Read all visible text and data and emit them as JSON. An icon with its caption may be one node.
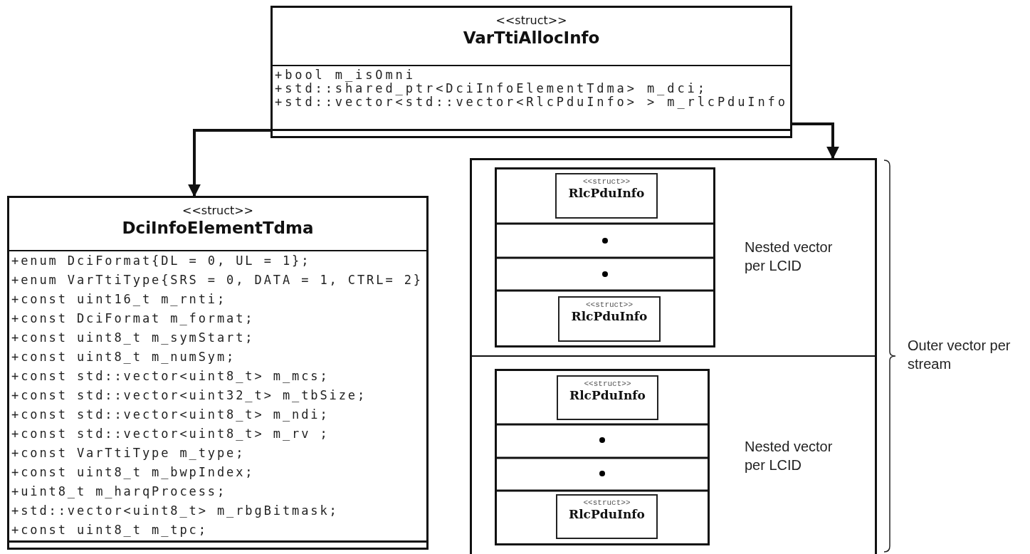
{
  "diagram": {
    "nodes": [
      {
        "text": [
          "<<struct>>",
          "VarTtiAllocInfo",
          "+bool m_isOmni",
          "+std::shared_ptr<DciInfoElementTdma> m_dci;",
          "+std::vector<std::vector<RlcPduInfo> > m_rlcPduInfo"
        ]
      },
      {
        "text": [
          "<<struct>>",
          "DciInfoElementTdma",
          "+enum DciFormat{DL = 0, UL = 1};",
          "+enum VarTtiType{SRS = 0, DATA = 1, CTRL= 2}",
          "+const uint16_t m_rnti;",
          "+const DciFormat m_format;",
          "+const uint8_t m_symStart;",
          "+const uint8_t m_numSym;",
          "+const std::vector<uint8_t> m_mcs;",
          "+const std::vector<uint32_t> m_tbSize;",
          "+const std::vector<uint8_t> m_ndi;",
          "+const std::vector<uint8_t> m_rv ;",
          "+const VarTtiType m_type;",
          "+const uint8_t m_bwpIndex;",
          "+uint8_t m_harqProcess;",
          "+std::vector<uint8_t> m_rbgBitmask;",
          "+const uint8_t m_tpc;"
        ]
      },
      {
        "text": [],
        "shape": "box",
        "beside": [
          "Outer vector per stream"
        ]
      },
      {
        "text": [],
        "shape": "box",
        "in": 2,
        "beside": [
          "Nested vector per LCID"
        ]
      },
      {
        "text": [
          "<<struct>>",
          "RlcPduInfo"
        ],
        "in": 3
      },
      {
        "text": [
          "<<struct>>",
          "RlcPduInfo"
        ],
        "in": 3
      },
      {
        "text": [],
        "shape": "box",
        "in": 2,
        "beside": [
          "Nested vector per LCID"
        ]
      },
      {
        "text": [
          "<<struct>>",
          "RlcPduInfo"
        ],
        "in": 6
      },
      {
        "text": [
          "<<struct>>",
          "RlcPduInfo"
        ],
        "in": 6
      }
    ],
    "edges": [
      {
        "from": 0,
        "to": 1,
        "arrow": "to"
      },
      {
        "from": 0,
        "to": 2,
        "arrow": "to"
      }
    ]
  }
}
